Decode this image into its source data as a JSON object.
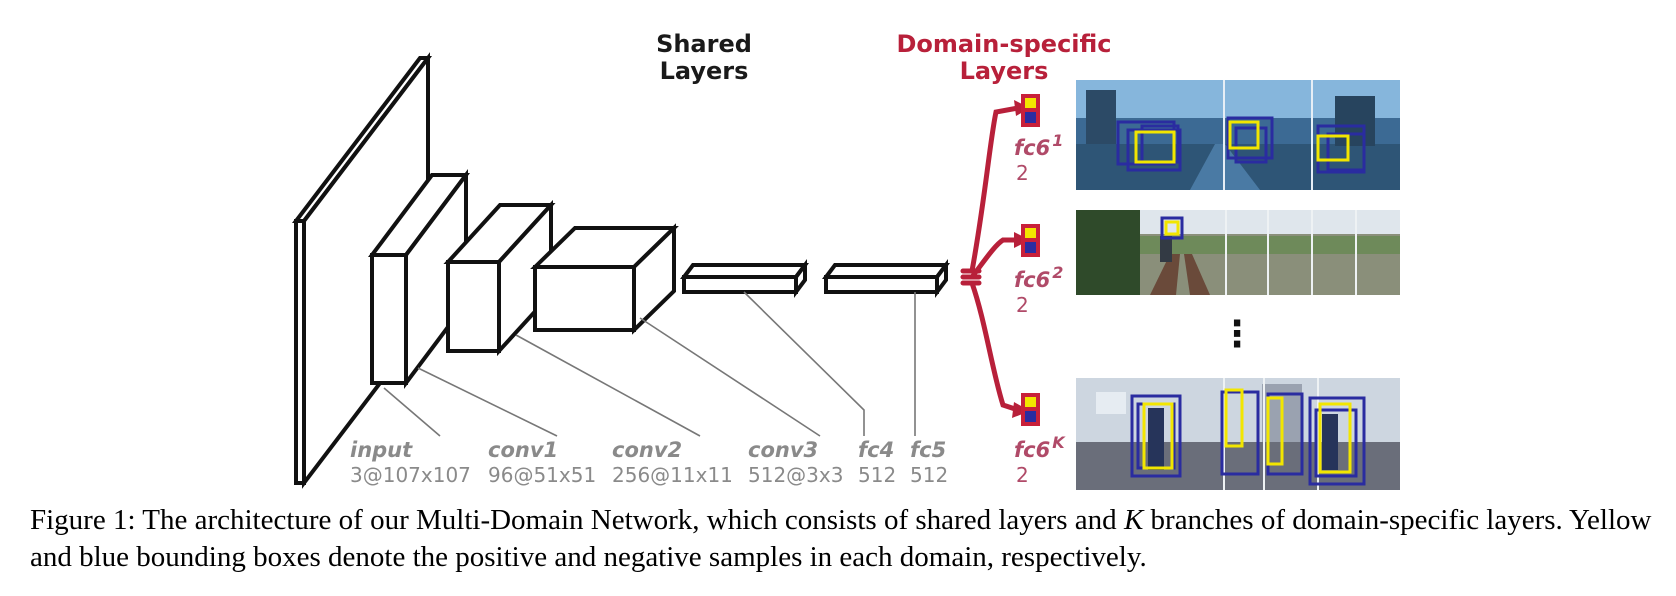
{
  "headers": {
    "shared": [
      "Shared",
      "Layers"
    ],
    "domain_specific": [
      "Domain-specific",
      "Layers"
    ]
  },
  "layers": [
    {
      "name": "input",
      "dim": "3@107x107"
    },
    {
      "name": "conv1",
      "dim": "96@51x51"
    },
    {
      "name": "conv2",
      "dim": "256@11x11"
    },
    {
      "name": "conv3",
      "dim": "512@3x3"
    },
    {
      "name": "fc4",
      "dim": "512"
    },
    {
      "name": "fc5",
      "dim": "512"
    }
  ],
  "branches": [
    {
      "name": "fc6",
      "superscript": "1",
      "dim": "2"
    },
    {
      "name": "fc6",
      "superscript": "2",
      "dim": "2"
    },
    {
      "name": "fc6",
      "superscript": "K",
      "dim": "2"
    }
  ],
  "ellipsis": "⋮",
  "caption": {
    "prefix": "Figure 1: The architecture of our Multi-Domain Network, which consists of shared layers and ",
    "k": "K",
    "suffix": " branches of domain-specific layers. Yellow and blue bounding boxes denote the positive and negative samples in each domain, respectively."
  },
  "colors": {
    "domain": "#b8203a",
    "positive_box": "#f2e600",
    "negative_box": "#2a2ca0"
  }
}
